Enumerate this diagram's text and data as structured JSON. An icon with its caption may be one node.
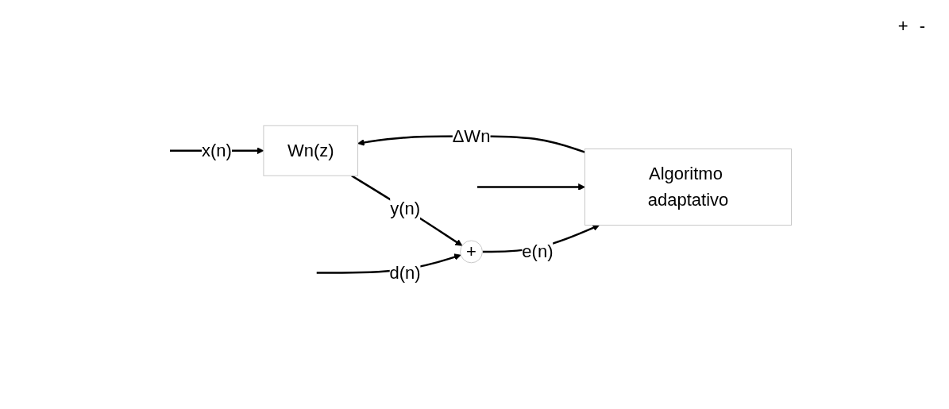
{
  "diagram": {
    "nodes": [
      {
        "text": [
          "Wn(z)"
        ]
      },
      {
        "text": [
          "+"
        ]
      },
      {
        "text": [
          "Algoritmo adaptativo"
        ]
      }
    ],
    "edges": [
      {
        "from": null,
        "to": 0,
        "arrow": "to",
        "label": "x(n)"
      },
      {
        "from": null,
        "to": 2,
        "arrow": "to"
      },
      {
        "from": 0,
        "to": 1,
        "arrow": "to",
        "label": "y(n)"
      },
      {
        "from": null,
        "to": 1,
        "arrow": "to",
        "label": "d(n)"
      },
      {
        "from": 1,
        "to": 2,
        "arrow": "to",
        "label": "e(n)"
      },
      {
        "from": 2,
        "to": 0,
        "arrow": "to",
        "label": "ΔWn"
      }
    ],
    "labels": [
      "+",
      "-"
    ]
  }
}
